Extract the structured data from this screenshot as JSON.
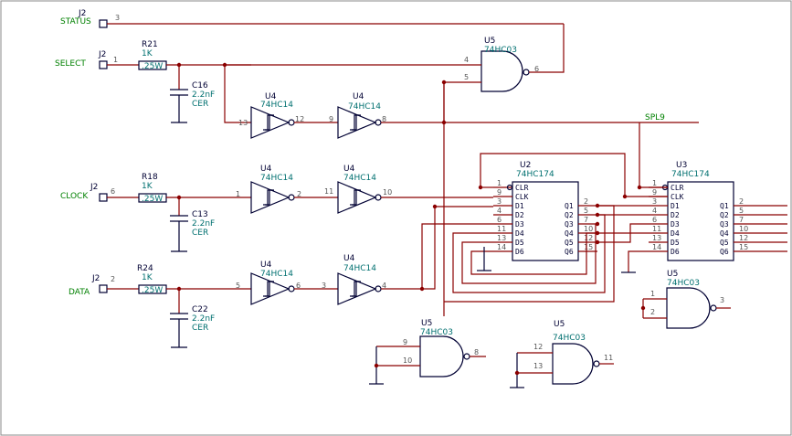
{
  "connectors": [
    {
      "ref": "J2",
      "pin": "3",
      "net": "STATUS"
    },
    {
      "ref": "J2",
      "pin": "1",
      "net": "SELECT"
    },
    {
      "ref": "J2",
      "pin": "6",
      "net": "CLOCK"
    },
    {
      "ref": "J2",
      "pin": "2",
      "net": "DATA"
    }
  ],
  "resistors": [
    {
      "ref": "R21",
      "value": "1K",
      "rating": ".25W"
    },
    {
      "ref": "R18",
      "value": "1K",
      "rating": ".25W"
    },
    {
      "ref": "R24",
      "value": "1K",
      "rating": ".25W"
    }
  ],
  "capacitors": [
    {
      "ref": "C16",
      "value": "2.2nF",
      "type": "CER"
    },
    {
      "ref": "C13",
      "value": "2.2nF",
      "type": "CER"
    },
    {
      "ref": "C22",
      "value": "2.2nF",
      "type": "CER"
    }
  ],
  "inverters": [
    {
      "ref": "U4",
      "part": "74HC14",
      "in": "13",
      "out": "12"
    },
    {
      "ref": "U4",
      "part": "74HC14",
      "in": "9",
      "out": "8"
    },
    {
      "ref": "U4",
      "part": "74HC14",
      "in": "1",
      "out": "2"
    },
    {
      "ref": "U4",
      "part": "74HC14",
      "in": "11",
      "out": "10"
    },
    {
      "ref": "U4",
      "part": "74HC14",
      "in": "5",
      "out": "6"
    },
    {
      "ref": "U4",
      "part": "74HC14",
      "in": "3",
      "out": "4"
    }
  ],
  "nand_gates": [
    {
      "ref": "U5",
      "part": "74HC03",
      "in1": "4",
      "in2": "5",
      "out": "6"
    },
    {
      "ref": "U5",
      "part": "74HC03",
      "in1": "1",
      "in2": "2",
      "out": "3"
    },
    {
      "ref": "U5",
      "part": "74HC03",
      "in1": "9",
      "in2": "10",
      "out": "8"
    },
    {
      "ref": "U5",
      "part": "74HC03",
      "in1": "12",
      "in2": "13",
      "out": "11"
    }
  ],
  "flipflops": [
    {
      "ref": "U2",
      "part": "74HC174",
      "left": [
        {
          "pin": "1",
          "name": "CLR"
        },
        {
          "pin": "9",
          "name": "CLK"
        },
        {
          "pin": "3",
          "name": "D1"
        },
        {
          "pin": "4",
          "name": "D2"
        },
        {
          "pin": "6",
          "name": "D3"
        },
        {
          "pin": "11",
          "name": "D4"
        },
        {
          "pin": "13",
          "name": "D5"
        },
        {
          "pin": "14",
          "name": "D6"
        }
      ],
      "right": [
        {
          "pin": "2",
          "name": "Q1"
        },
        {
          "pin": "5",
          "name": "Q2"
        },
        {
          "pin": "7",
          "name": "Q3"
        },
        {
          "pin": "10",
          "name": "Q4"
        },
        {
          "pin": "12",
          "name": "Q5"
        },
        {
          "pin": "15",
          "name": "Q6"
        }
      ]
    },
    {
      "ref": "U3",
      "part": "74HC174",
      "left": [
        {
          "pin": "1",
          "name": "CLR"
        },
        {
          "pin": "9",
          "name": "CLK"
        },
        {
          "pin": "3",
          "name": "D1"
        },
        {
          "pin": "4",
          "name": "D2"
        },
        {
          "pin": "6",
          "name": "D3"
        },
        {
          "pin": "11",
          "name": "D4"
        },
        {
          "pin": "13",
          "name": "D5"
        },
        {
          "pin": "14",
          "name": "D6"
        }
      ],
      "right": [
        {
          "pin": "2",
          "name": "Q1"
        },
        {
          "pin": "5",
          "name": "Q2"
        },
        {
          "pin": "7",
          "name": "Q3"
        },
        {
          "pin": "10",
          "name": "Q4"
        },
        {
          "pin": "12",
          "name": "Q5"
        },
        {
          "pin": "15",
          "name": "Q6"
        }
      ]
    }
  ],
  "net_label": "SPL9",
  "colors": {
    "wire": "#8b0000",
    "body": "#000033",
    "value": "#007070",
    "net": "#008000",
    "pin": "#555555"
  }
}
